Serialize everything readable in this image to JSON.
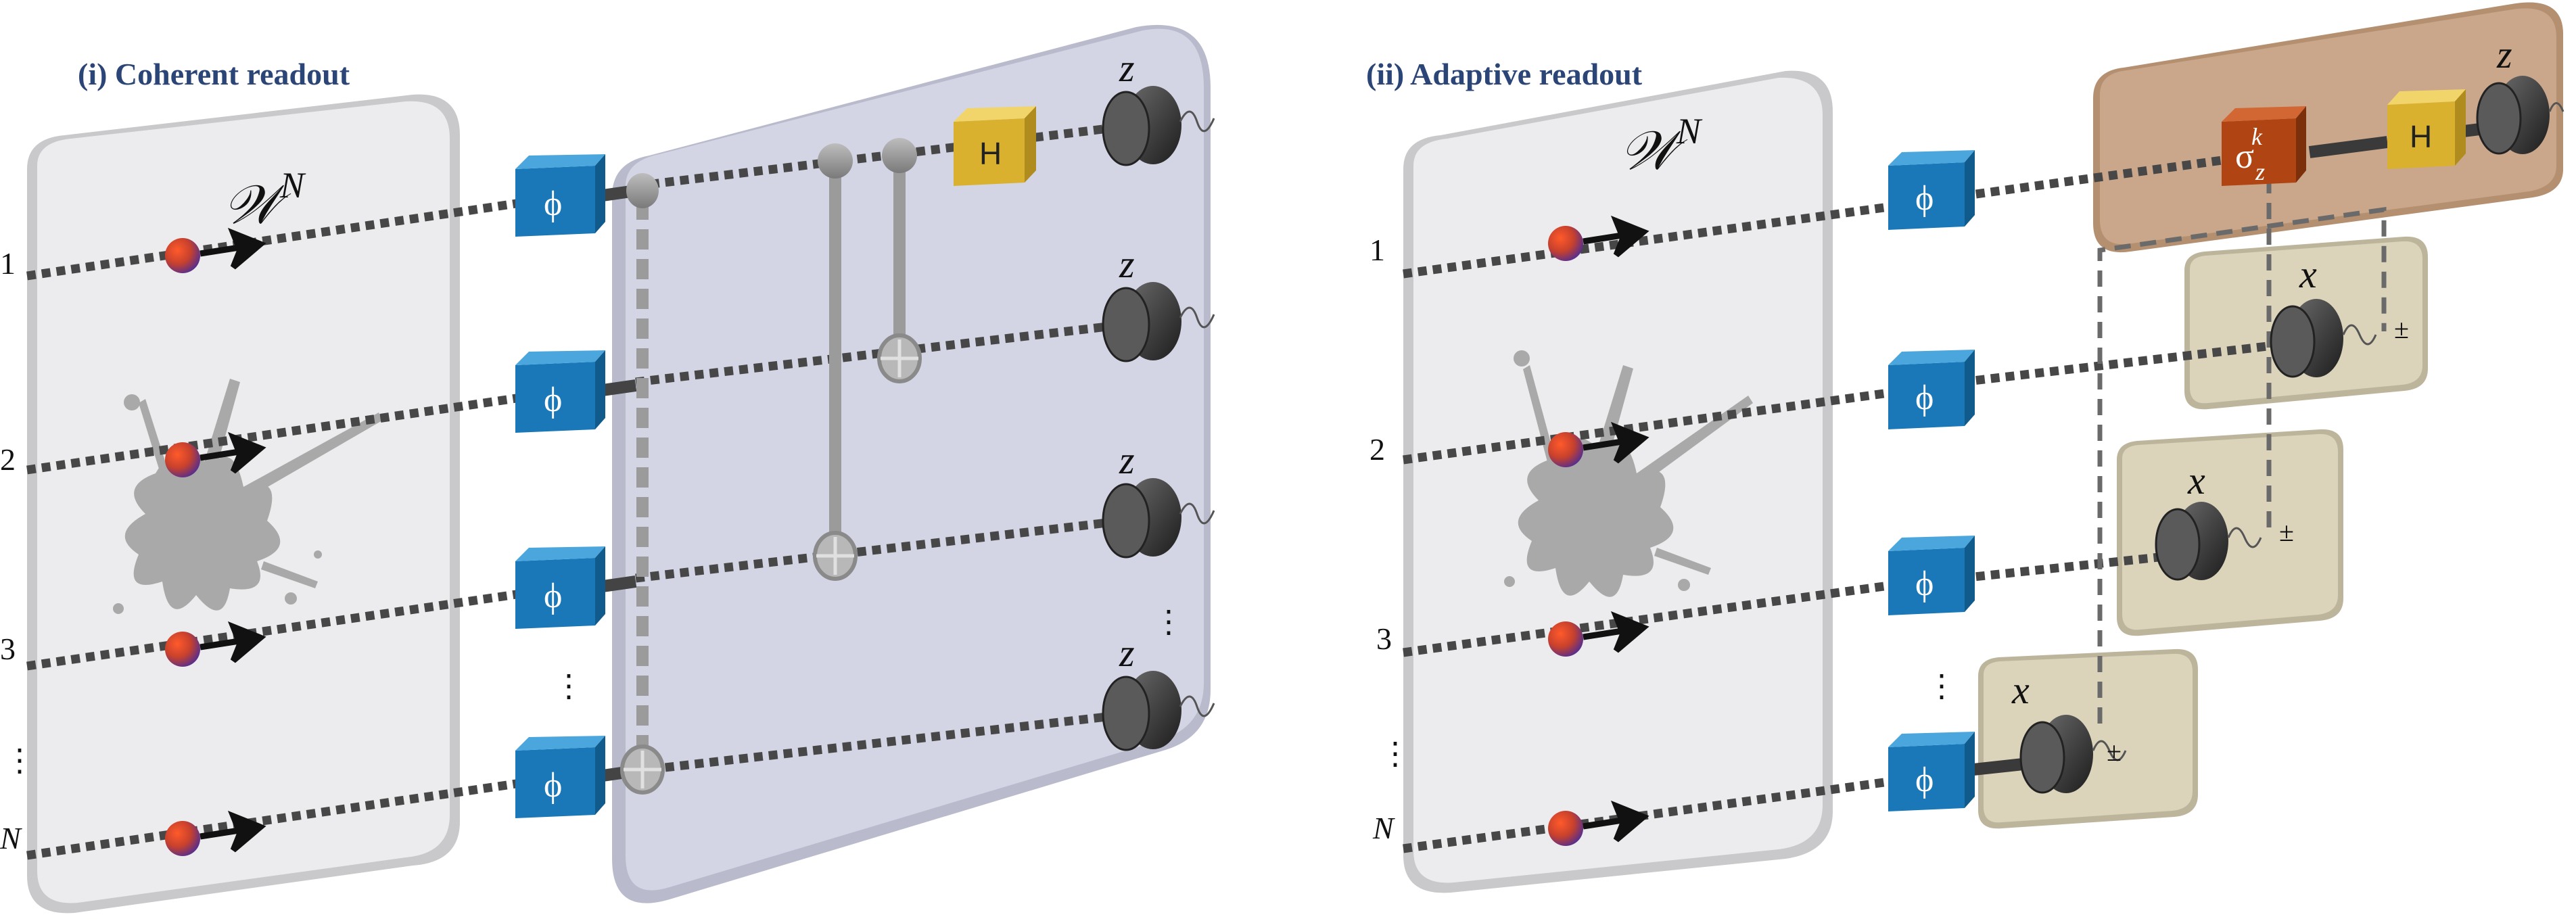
{
  "panels": {
    "coherent": {
      "title": "(i) Coherent readout",
      "channel_symbol": "𝒲",
      "channel_sup": "N",
      "wire_labels": [
        "1",
        "2",
        "3",
        "N"
      ],
      "phase_gate": "ϕ",
      "hadamard": "H",
      "measure_basis": "z",
      "ellipsis": "⋮"
    },
    "adaptive": {
      "title": "(ii) Adaptive readout",
      "channel_symbol": "𝒲",
      "channel_sup": "N",
      "wire_labels": [
        "1",
        "2",
        "3",
        "N"
      ],
      "phase_gate": "ϕ",
      "hadamard": "H",
      "sigma_symbol": "σ",
      "sigma_sub": "z",
      "sigma_sup": "k",
      "measure_basis_top": "z",
      "measure_basis_x": "x",
      "plus_minus": "±",
      "ellipsis": "⋮"
    }
  },
  "colors": {
    "title": "#2c4577",
    "channel_panel": "#e8e8ea",
    "readout_panel": "#d0d2e2",
    "phase_gate": "#1a7fc0",
    "hadamard": "#e2bd38",
    "sigma_gate": "#b84615",
    "brown_panel": "#c9a587",
    "tan_panel": "#d9d1b8",
    "wire": "#4a4a4a"
  }
}
